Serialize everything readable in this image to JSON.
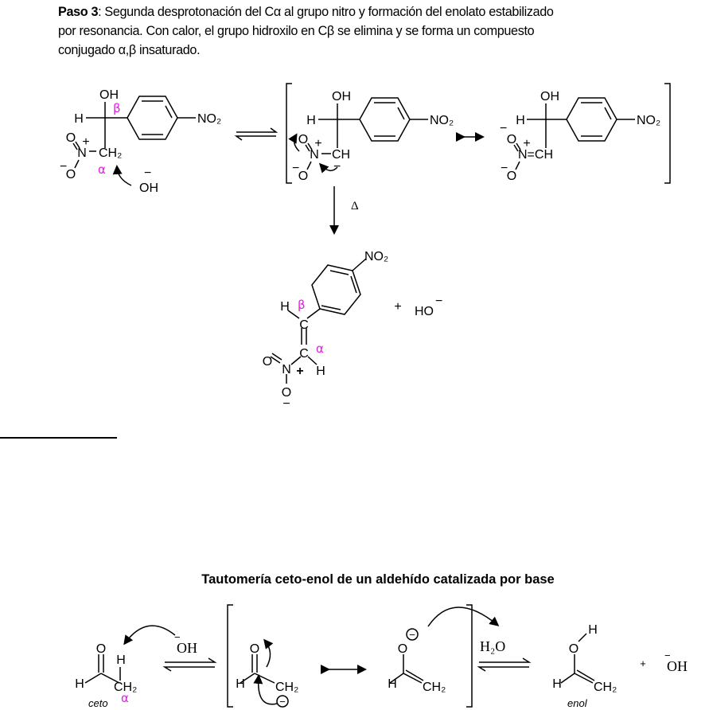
{
  "paragraph": {
    "bold_lead": "Paso 3",
    "line1_rest": ": Segunda desprotonación del Cα al grupo nitro y formación del enolato estabilizado",
    "line2": "por resonancia. Con calor,  el grupo hidroxilo en Cβ se elimina y se forma un compuesto",
    "line3": "conjugado α,β insaturado."
  },
  "scheme1": {
    "OH": "OH",
    "H": "H",
    "NO2": "NO₂",
    "O": "O",
    "N": "N",
    "CH2": "CH₂",
    "CH": "CH",
    "NCH": "N=CH",
    "plus": "+",
    "minus": "−",
    "alpha": "α",
    "beta": "β",
    "hydroxide": "OH",
    "heat": "Δ",
    "C": "C",
    "HO": "HO"
  },
  "section_title": "Tautomería ceto-enol de un aldehído catalizada por base",
  "scheme2": {
    "O": "O",
    "H": "H",
    "CH2": "CH₂",
    "hydroxide": "OH",
    "minus": "−",
    "water": "H₂O",
    "ceto": "ceto",
    "enol": "enol",
    "alpha": "α",
    "plus": "+",
    "carbanion": "−"
  },
  "colors": {
    "label_magenta": "#e020e0"
  }
}
